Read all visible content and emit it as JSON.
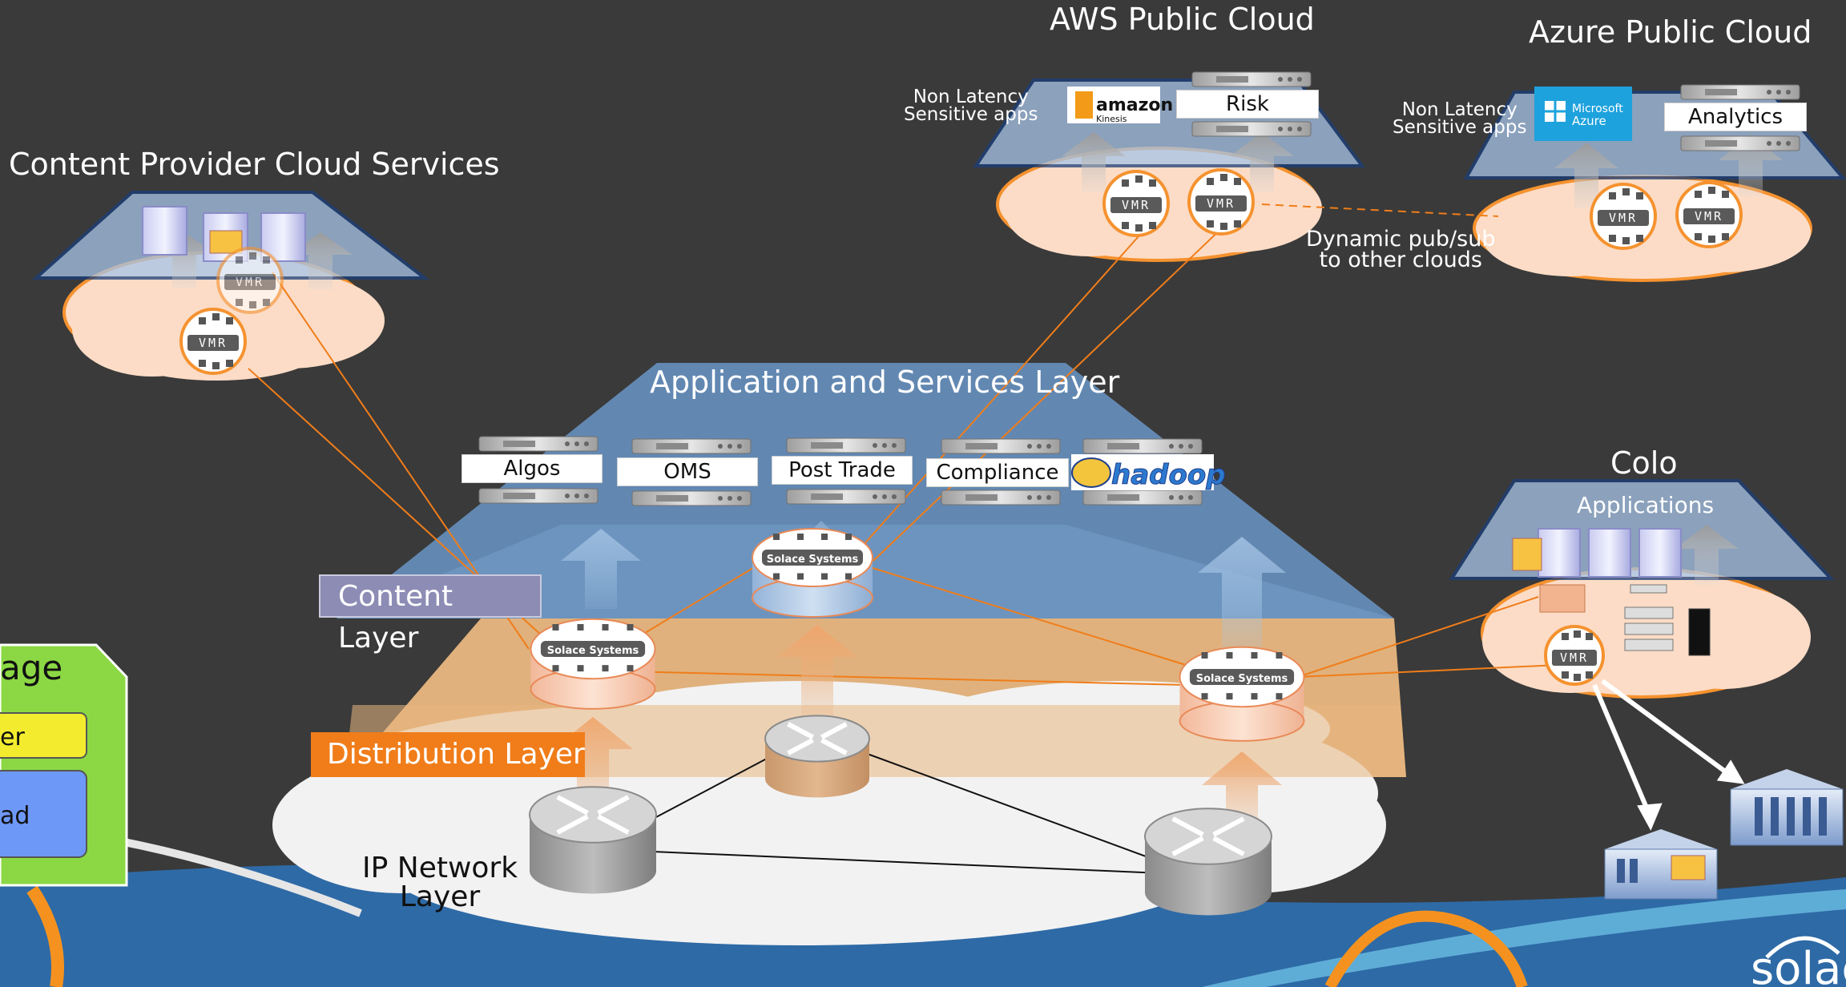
{
  "titles": {
    "aws": "AWS Public Cloud",
    "azure": "Azure Public Cloud",
    "content_provider": "Content Provider Cloud Services",
    "app_layer": "Application and Services Layer",
    "colo": "Colo",
    "colo_apps": "Applications"
  },
  "notes": {
    "aws_non_latency_1": "Non Latency",
    "aws_non_latency_2": "Sensitive apps",
    "azure_non_latency_1": "Non Latency",
    "azure_non_latency_2": "Sensitive apps",
    "pubsub_1": "Dynamic pub/sub",
    "pubsub_2": "to other clouds"
  },
  "apps": {
    "risk": "Risk",
    "analytics": "Analytics",
    "algos": "Algos",
    "oms": "OMS",
    "post_trade": "Post Trade",
    "compliance": "Compliance",
    "hadoop": "hadoop",
    "amazon": "amazon",
    "kinesis": "Kinesis",
    "azure_logo_1": "Microsoft",
    "azure_logo_2": "Azure"
  },
  "layers": {
    "content": "Content Layer",
    "distribution": "Distribution Layer",
    "ip_1": "IP Network",
    "ip_2": "Layer"
  },
  "devices": {
    "vmr": "VMR",
    "solace_router": "Solace Systems"
  },
  "legend_fragments": {
    "top": "age",
    "mid": "er",
    "bot": "ad"
  },
  "brand": {
    "logo": "solace"
  },
  "colors": {
    "background": "#3a3a3a",
    "accent_orange": "#f07d1a",
    "cloud_fill": "#fcdcc6",
    "ip_cloud_fill": "#f2f2f2",
    "app_layer_blue": "#6a96c8",
    "distribution_band": "#e9b77f"
  }
}
